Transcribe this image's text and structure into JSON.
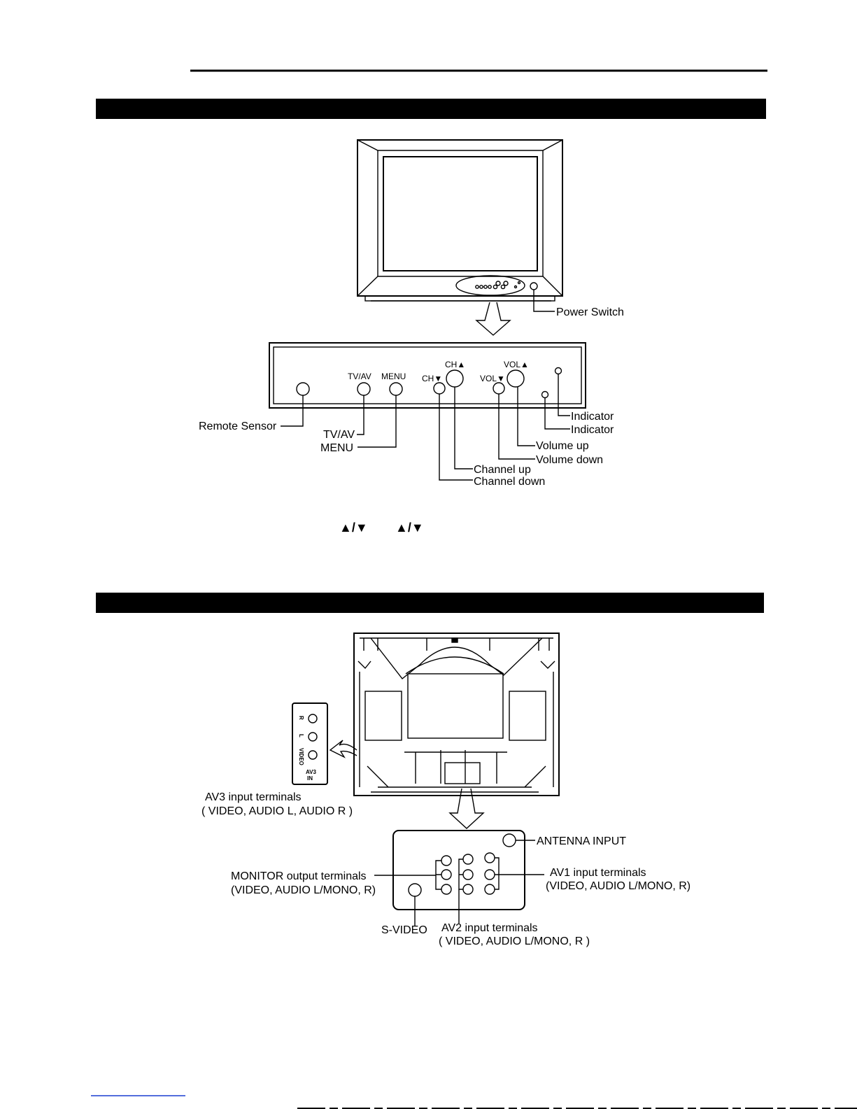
{
  "front_panel": {
    "power_switch": "Power Switch",
    "button_labels": {
      "tvav": "TV/AV",
      "menu": "MENU",
      "ch_up": "CH▲",
      "ch_down": "CH▼",
      "vol_up": "VOL▲",
      "vol_down": "VOL▼"
    },
    "callouts": {
      "remote_sensor": "Remote Sensor",
      "tvav": "TV/AV",
      "menu": "MENU",
      "indicator_1": "Indicator",
      "indicator_2": "Indicator",
      "volume_up": "Volume up",
      "volume_down": "Volume down",
      "channel_up": "Channel up",
      "channel_down": "Channel down"
    },
    "arrow_symbols_1": "▲/▼",
    "arrow_symbols_2": "▲/▼"
  },
  "rear_panel": {
    "av3_panel": {
      "r": "R",
      "l": "L",
      "video": "VIDEO",
      "av3": "AV3",
      "in": "IN"
    },
    "av3_label_line1": "AV3 input terminals",
    "av3_label_line2": "( VIDEO, AUDIO  L, AUDIO R )",
    "antenna_input": "ANTENNA INPUT",
    "monitor_line1": "MONITOR output terminals",
    "monitor_line2": "(VIDEO, AUDIO L/MONO,  R)",
    "av1_line1": "AV1 input terminals",
    "av1_line2": "(VIDEO, AUDIO L/MONO, R)",
    "svideo": "S-VIDEO",
    "av2_line1": "AV2 input terminals",
    "av2_line2": "( VIDEO, AUDIO  L/MONO,  R )"
  }
}
